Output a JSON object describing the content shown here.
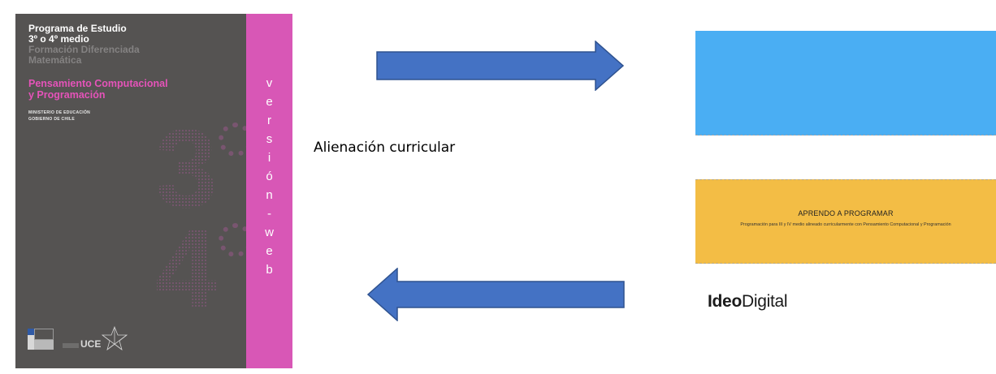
{
  "cover": {
    "title_line1": "Programa de Estudio",
    "title_line2": "3º o 4º medio",
    "title_line3": "Formación Diferenciada",
    "title_line4": "Matemática",
    "subject_line1": "Pensamiento Computacional",
    "subject_line2": "y Programación",
    "ministry_line1": "MINISTERIO DE EDUCACIÓN",
    "ministry_line2": "GOBIERNO DE CHILE",
    "big_number_top": "3",
    "big_number_bottom": "4",
    "vertical_text": [
      "v",
      "e",
      "r",
      "s",
      "i",
      "ó",
      "n",
      "-",
      "w",
      "e",
      "b"
    ],
    "footer_logo_text": "UCE",
    "colors": {
      "background": "#555352",
      "side_band": "#d857b6",
      "accent_text": "#e553b9"
    }
  },
  "diagram": {
    "connector_label": "Alienación curricular",
    "arrow_color": "#4472c4"
  },
  "right_panel": {
    "blue_box_color": "#4aaef3",
    "orange_box": {
      "title": "APRENDO A PROGRAMAR",
      "subtitle": "Programación para III y IV medio alineado curricularmente con Pensamiento Computacional y Programación",
      "color": "#f3bd45"
    },
    "logo": {
      "part1": "Ideo",
      "part2": "Digital"
    }
  }
}
